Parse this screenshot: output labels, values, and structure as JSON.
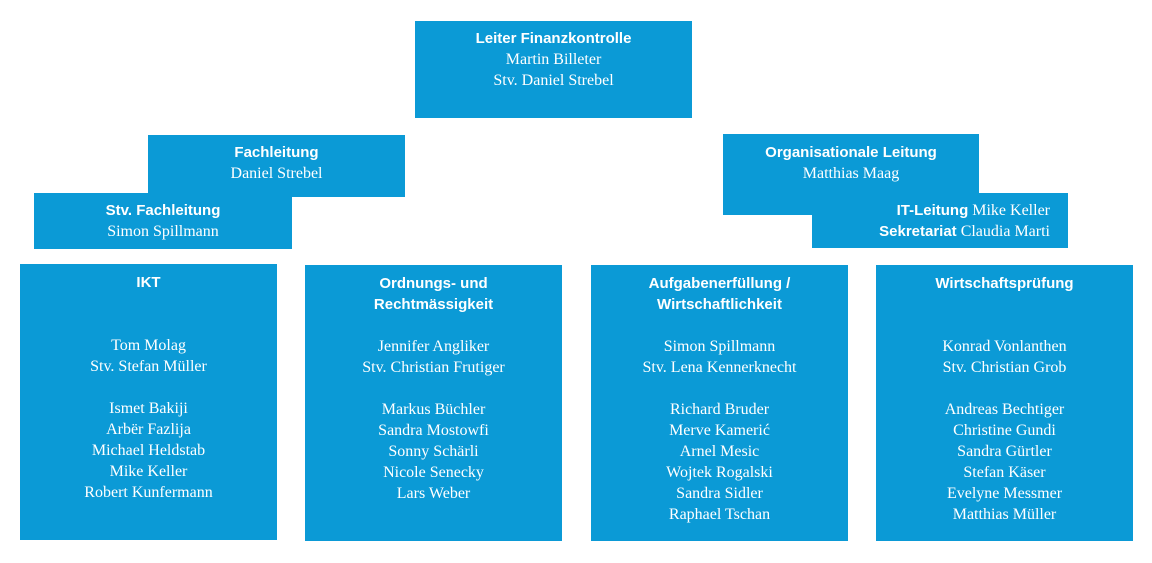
{
  "top": {
    "title": "Leiter Finanzkontrolle",
    "name": "Martin Billeter",
    "deputy": "Stv. Daniel Strebel"
  },
  "fachleitung": {
    "title": "Fachleitung",
    "name": "Daniel Strebel"
  },
  "stv_fachleitung": {
    "title": "Stv. Fachleitung",
    "name": "Simon Spillmann"
  },
  "org_leitung": {
    "title": "Organisationale Leitung",
    "name": "Matthias Maag"
  },
  "it_sekretariat": {
    "it_title": "IT-Leitung",
    "it_name": "Mike Keller",
    "sek_title": "Sekretariat",
    "sek_name": "Claudia Marti"
  },
  "units": [
    {
      "title_line1": "IKT",
      "title_line2": "",
      "head": "Tom Molag",
      "deputy": "Stv. Stefan Müller",
      "members": [
        "Ismet Bakiji",
        "Arbër Fazlija",
        "Michael Heldstab",
        "Mike Keller",
        "Robert Kunfermann"
      ]
    },
    {
      "title_line1": "Ordnungs- und",
      "title_line2": "Rechtmässigkeit",
      "head": "Jennifer Angliker",
      "deputy": "Stv. Christian Frutiger",
      "members": [
        "Markus Büchler",
        "Sandra Mostowfi",
        "Sonny Schärli",
        "Nicole Senecky",
        "Lars Weber"
      ]
    },
    {
      "title_line1": "Aufgabenerfüllung /",
      "title_line2": "Wirtschaftlichkeit",
      "head": "Simon Spillmann",
      "deputy": "Stv. Lena Kennerknecht",
      "members": [
        "Richard Bruder",
        "Merve Kamerić",
        "Arnel Mesic",
        "Wojtek Rogalski",
        "Sandra Sidler",
        "Raphael Tschan"
      ]
    },
    {
      "title_line1": "Wirtschaftsprüfung",
      "title_line2": "",
      "head": "Konrad Vonlanthen",
      "deputy": "Stv. Christian Grob",
      "members": [
        "Andreas Bechtiger",
        "Christine Gundi",
        "Sandra Gürtler",
        "Stefan Käser",
        "Evelyne Messmer",
        "Matthias Müller"
      ]
    }
  ]
}
